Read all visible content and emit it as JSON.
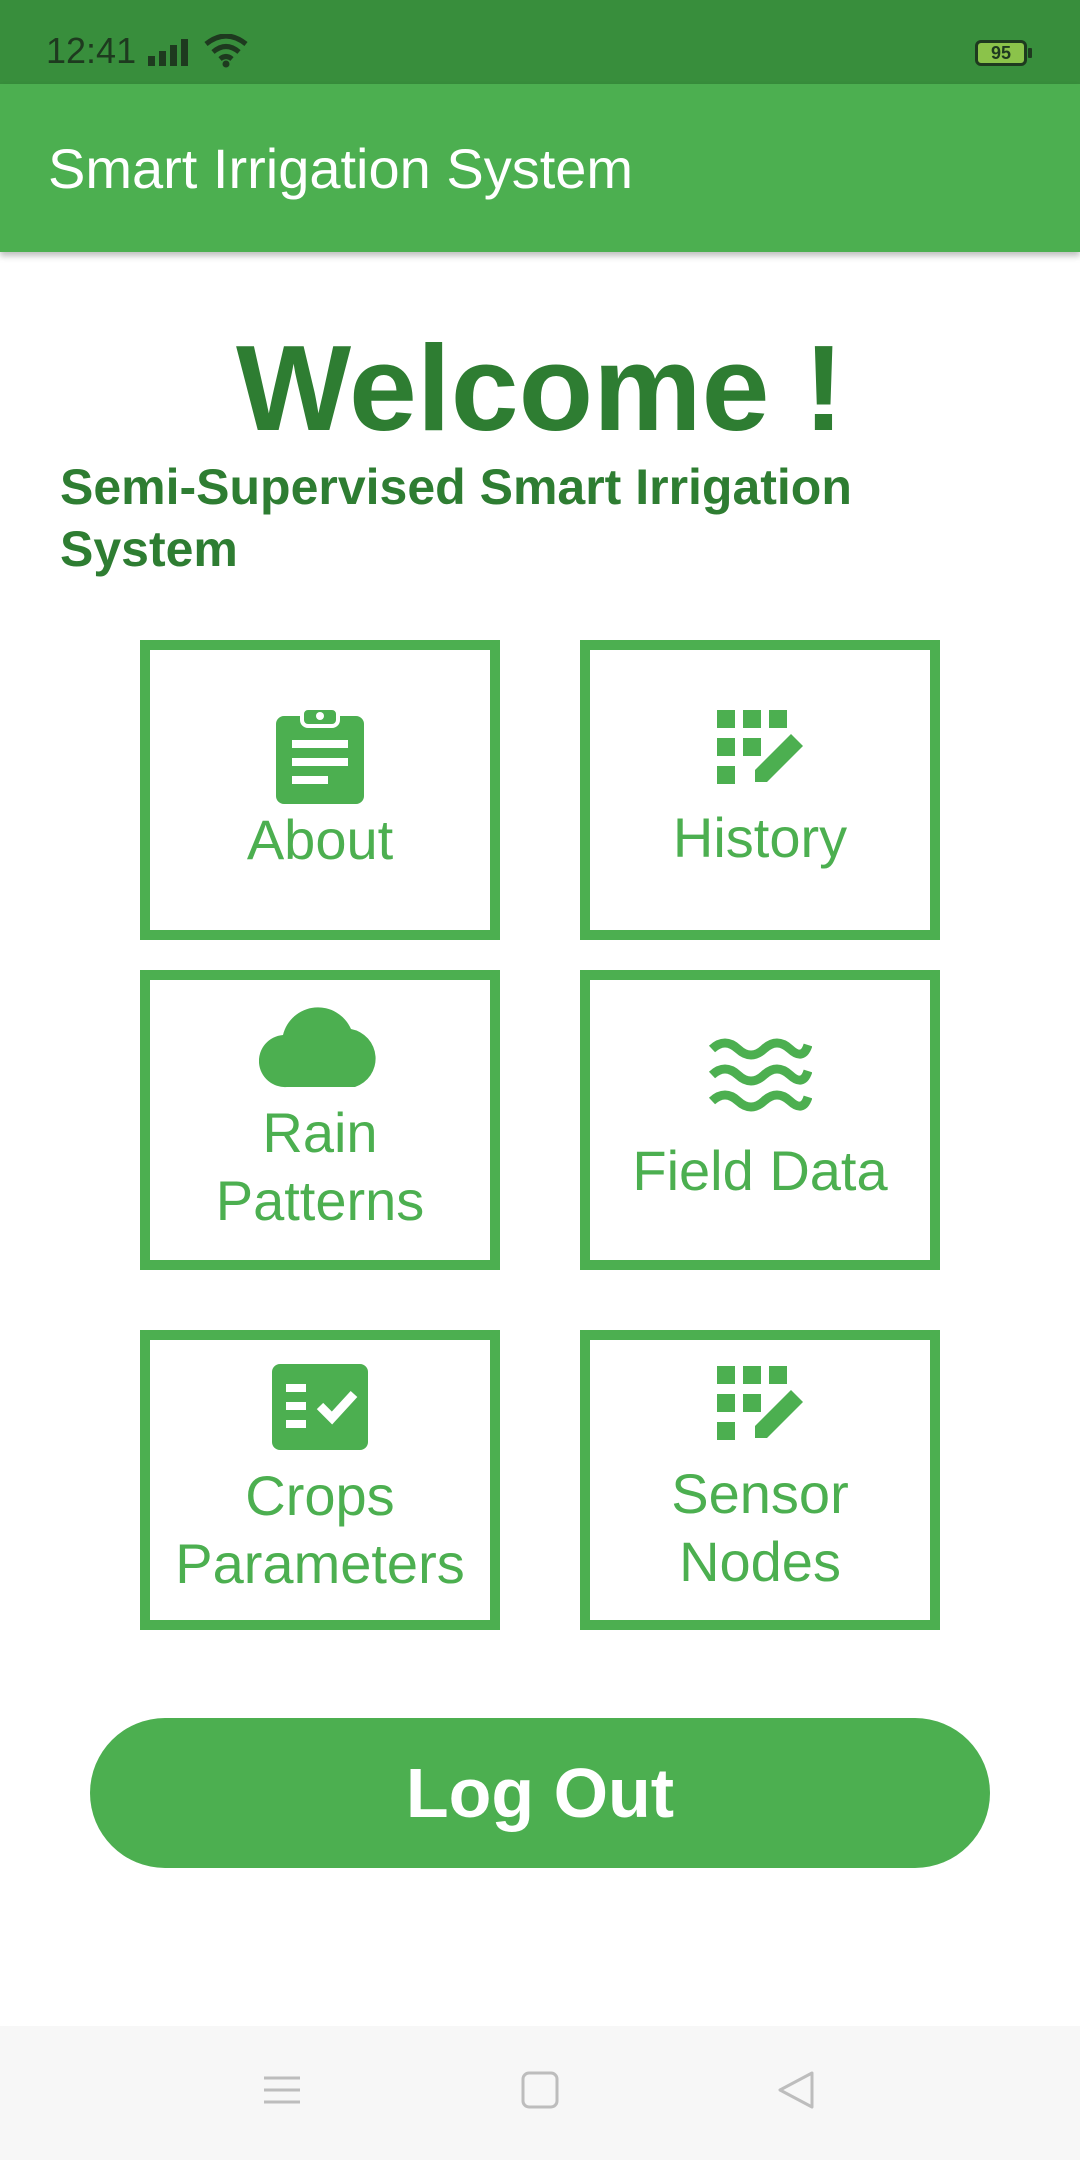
{
  "status_bar": {
    "time": "12:41",
    "battery": "95"
  },
  "app_bar": {
    "title": "Smart Irrigation System"
  },
  "welcome": {
    "heading": "Welcome !",
    "subtitle": "Semi-Supervised Smart Irrigation System"
  },
  "tiles": [
    {
      "label": "About",
      "icon": "clipboard-icon"
    },
    {
      "label": "History",
      "icon": "grid-edit-icon"
    },
    {
      "label": "Rain\nPatterns",
      "icon": "cloud-icon"
    },
    {
      "label": "Field Data",
      "icon": "waves-icon"
    },
    {
      "label": "Crops\nParameters",
      "icon": "checklist-icon"
    },
    {
      "label": "Sensor\nNodes",
      "icon": "grid-edit-icon"
    }
  ],
  "logout": {
    "label": "Log Out"
  },
  "colors": {
    "primary": "#4caf50",
    "primary_dark": "#388e3c",
    "text_dark_green": "#2e7d32"
  }
}
